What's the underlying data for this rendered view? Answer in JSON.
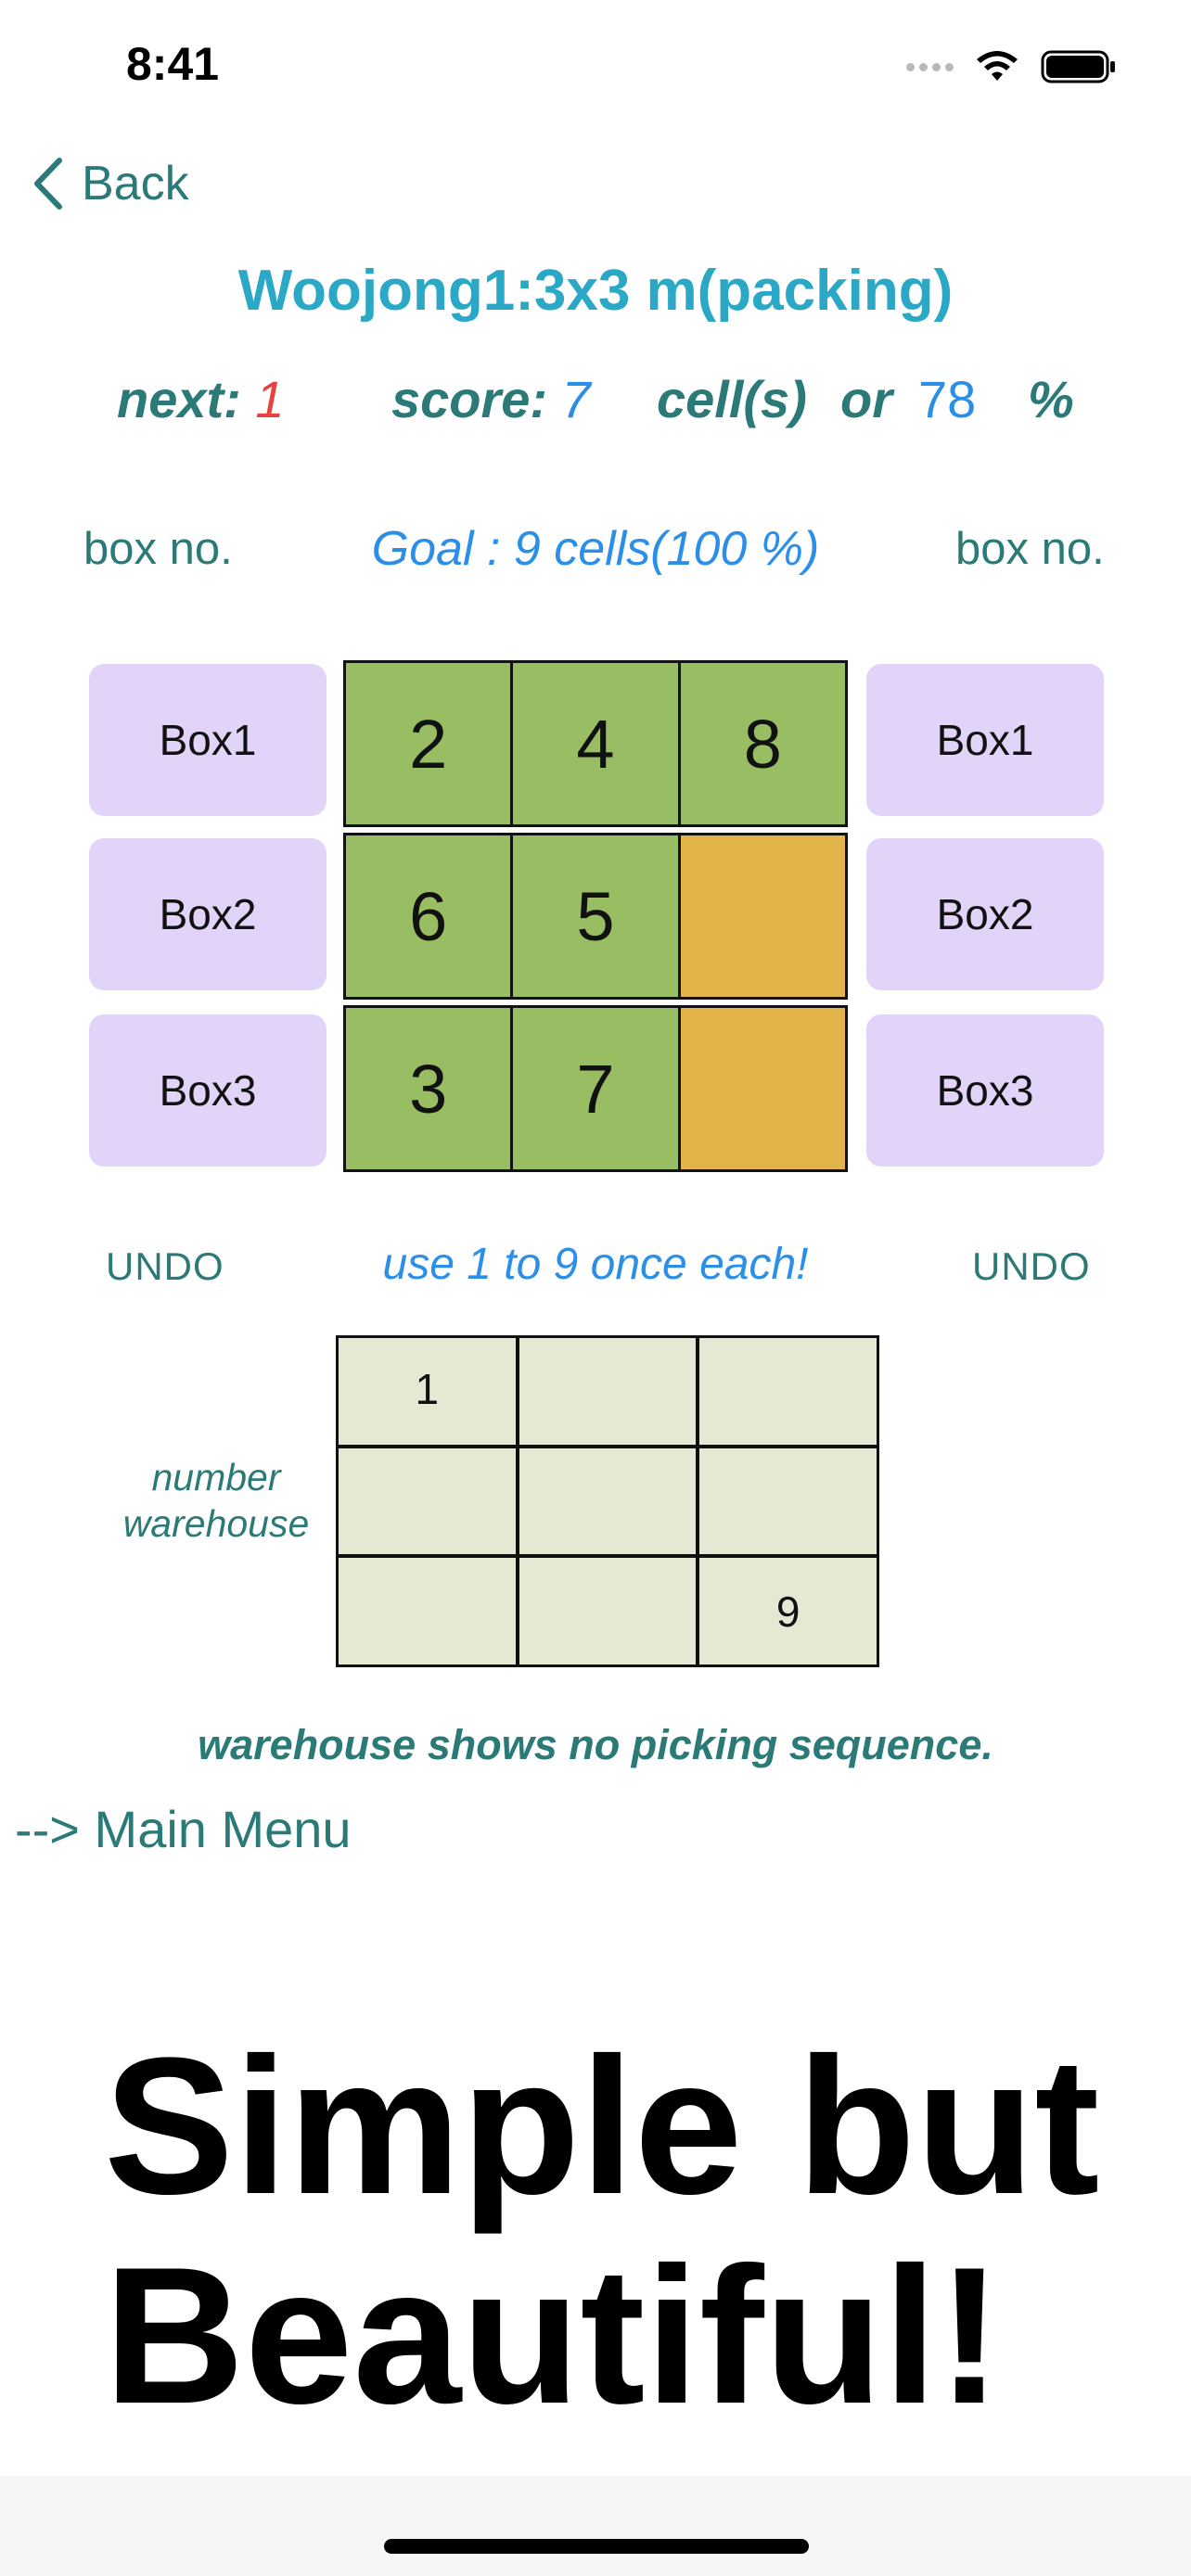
{
  "status_bar": {
    "time": "8:41"
  },
  "nav": {
    "back_label": "Back"
  },
  "title": "Woojong1:3x3 m(packing)",
  "stats": {
    "next_label": "next:",
    "next_value": "1",
    "score_label": "score:",
    "score_value": "7",
    "cells_label": "cell(s)",
    "or_label": "or",
    "percent_value": "78",
    "percent_sign": "%"
  },
  "labels": {
    "box_no_left": "box no.",
    "goal": "Goal : 9 cells(100 %)",
    "box_no_right": "box no."
  },
  "boxes_left": [
    "Box1",
    "Box2",
    "Box3"
  ],
  "boxes_right": [
    "Box1",
    "Box2",
    "Box3"
  ],
  "grid": [
    [
      {
        "value": "2",
        "state": "filled"
      },
      {
        "value": "4",
        "state": "filled"
      },
      {
        "value": "8",
        "state": "filled"
      }
    ],
    [
      {
        "value": "6",
        "state": "filled"
      },
      {
        "value": "5",
        "state": "filled"
      },
      {
        "value": "",
        "state": "empty"
      }
    ],
    [
      {
        "value": "3",
        "state": "filled"
      },
      {
        "value": "7",
        "state": "filled"
      },
      {
        "value": "",
        "state": "empty"
      }
    ]
  ],
  "undo_left": "UNDO",
  "undo_right": "UNDO",
  "hint": "use 1 to 9 once each!",
  "warehouse": {
    "label_line1": "number",
    "label_line2": "warehouse",
    "cells": [
      "1",
      "",
      "",
      "",
      "",
      "",
      "",
      "",
      "9"
    ],
    "note": "warehouse shows no picking sequence."
  },
  "main_menu": "--> Main Menu",
  "tagline_line1": "Simple but",
  "tagline_line2": "Beautiful!",
  "colors": {
    "teal": "#2b7a78",
    "title_cyan": "#2aa8c6",
    "blue": "#2b8fe8",
    "red": "#e8423f",
    "box_lavender": "#e2d4f8",
    "cell_green": "#98bd63",
    "cell_orange": "#e3b44a",
    "warehouse_cell": "#e6e8d4"
  }
}
